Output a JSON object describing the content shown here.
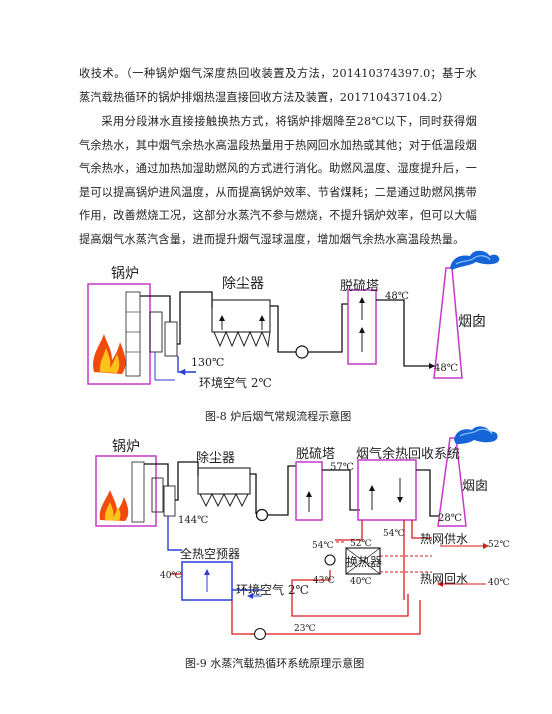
{
  "text": {
    "line1": "收技术。（一种锅炉烟气深度热回收装置及方法，201410374397.0；基于水蒸汽载热循环的锅炉排烟热湿直接回收方法及装置，201710437104.2）",
    "line2": "采用分段淋水直接接触换热方式，将锅炉排烟降至28℃以下，同时获得烟气余热水，其中烟气余热水高温段热量用于热网回水加热或其他；对于低温段烟气余热水，通过加热加湿助燃风的方式进行消化。助燃风温度、湿度提升后，一是可以提高锅炉进风温度，从而提高锅炉效率、节省煤耗；二是通过助燃风携带作用，改善燃烧工况，这部分水蒸汽不参与燃烧，不提升锅炉效率，但可以大幅提高烟气水蒸汽含量，进而提升烟气湿球温度，增加烟气余热水高温段热量。"
  },
  "fig8": {
    "caption": "图-8 炉后烟气常规流程示意图",
    "boiler": "锅炉",
    "dust": "除尘器",
    "desulf": "脱硫塔",
    "chimney": "烟囱",
    "t130": "130℃",
    "t48a": "48℃",
    "t48b": "48℃",
    "air": "环境空气 2℃"
  },
  "fig9": {
    "caption": "图-9 水蒸汽载热循环系统原理示意图",
    "boiler": "锅炉",
    "dust": "除尘器",
    "desulf": "脱硫塔",
    "recovery": "烟气余热回收系统",
    "chimney": "烟囱",
    "preheater": "全热空预器",
    "exchanger": "换热器",
    "air": "环境空气 2℃",
    "supply": "热网供水",
    "return": "热网回水",
    "t144": "144℃",
    "t57": "57℃",
    "t28": "28℃",
    "t54a": "54℃",
    "t54b": "54℃",
    "t52a": "52℃",
    "t52b": "52℃",
    "t43": "43℃",
    "t40a": "40℃",
    "t40b": "40℃",
    "t40c": "40℃",
    "t23": "23℃"
  },
  "colors": {
    "boiler_outline": "#c63ac6",
    "flame_outer": "#f04a0c",
    "flame_inner": "#ffc21a",
    "water_hot": "#d91b1b",
    "air_line": "#2a3fd8",
    "smoke": "#1565d8"
  }
}
